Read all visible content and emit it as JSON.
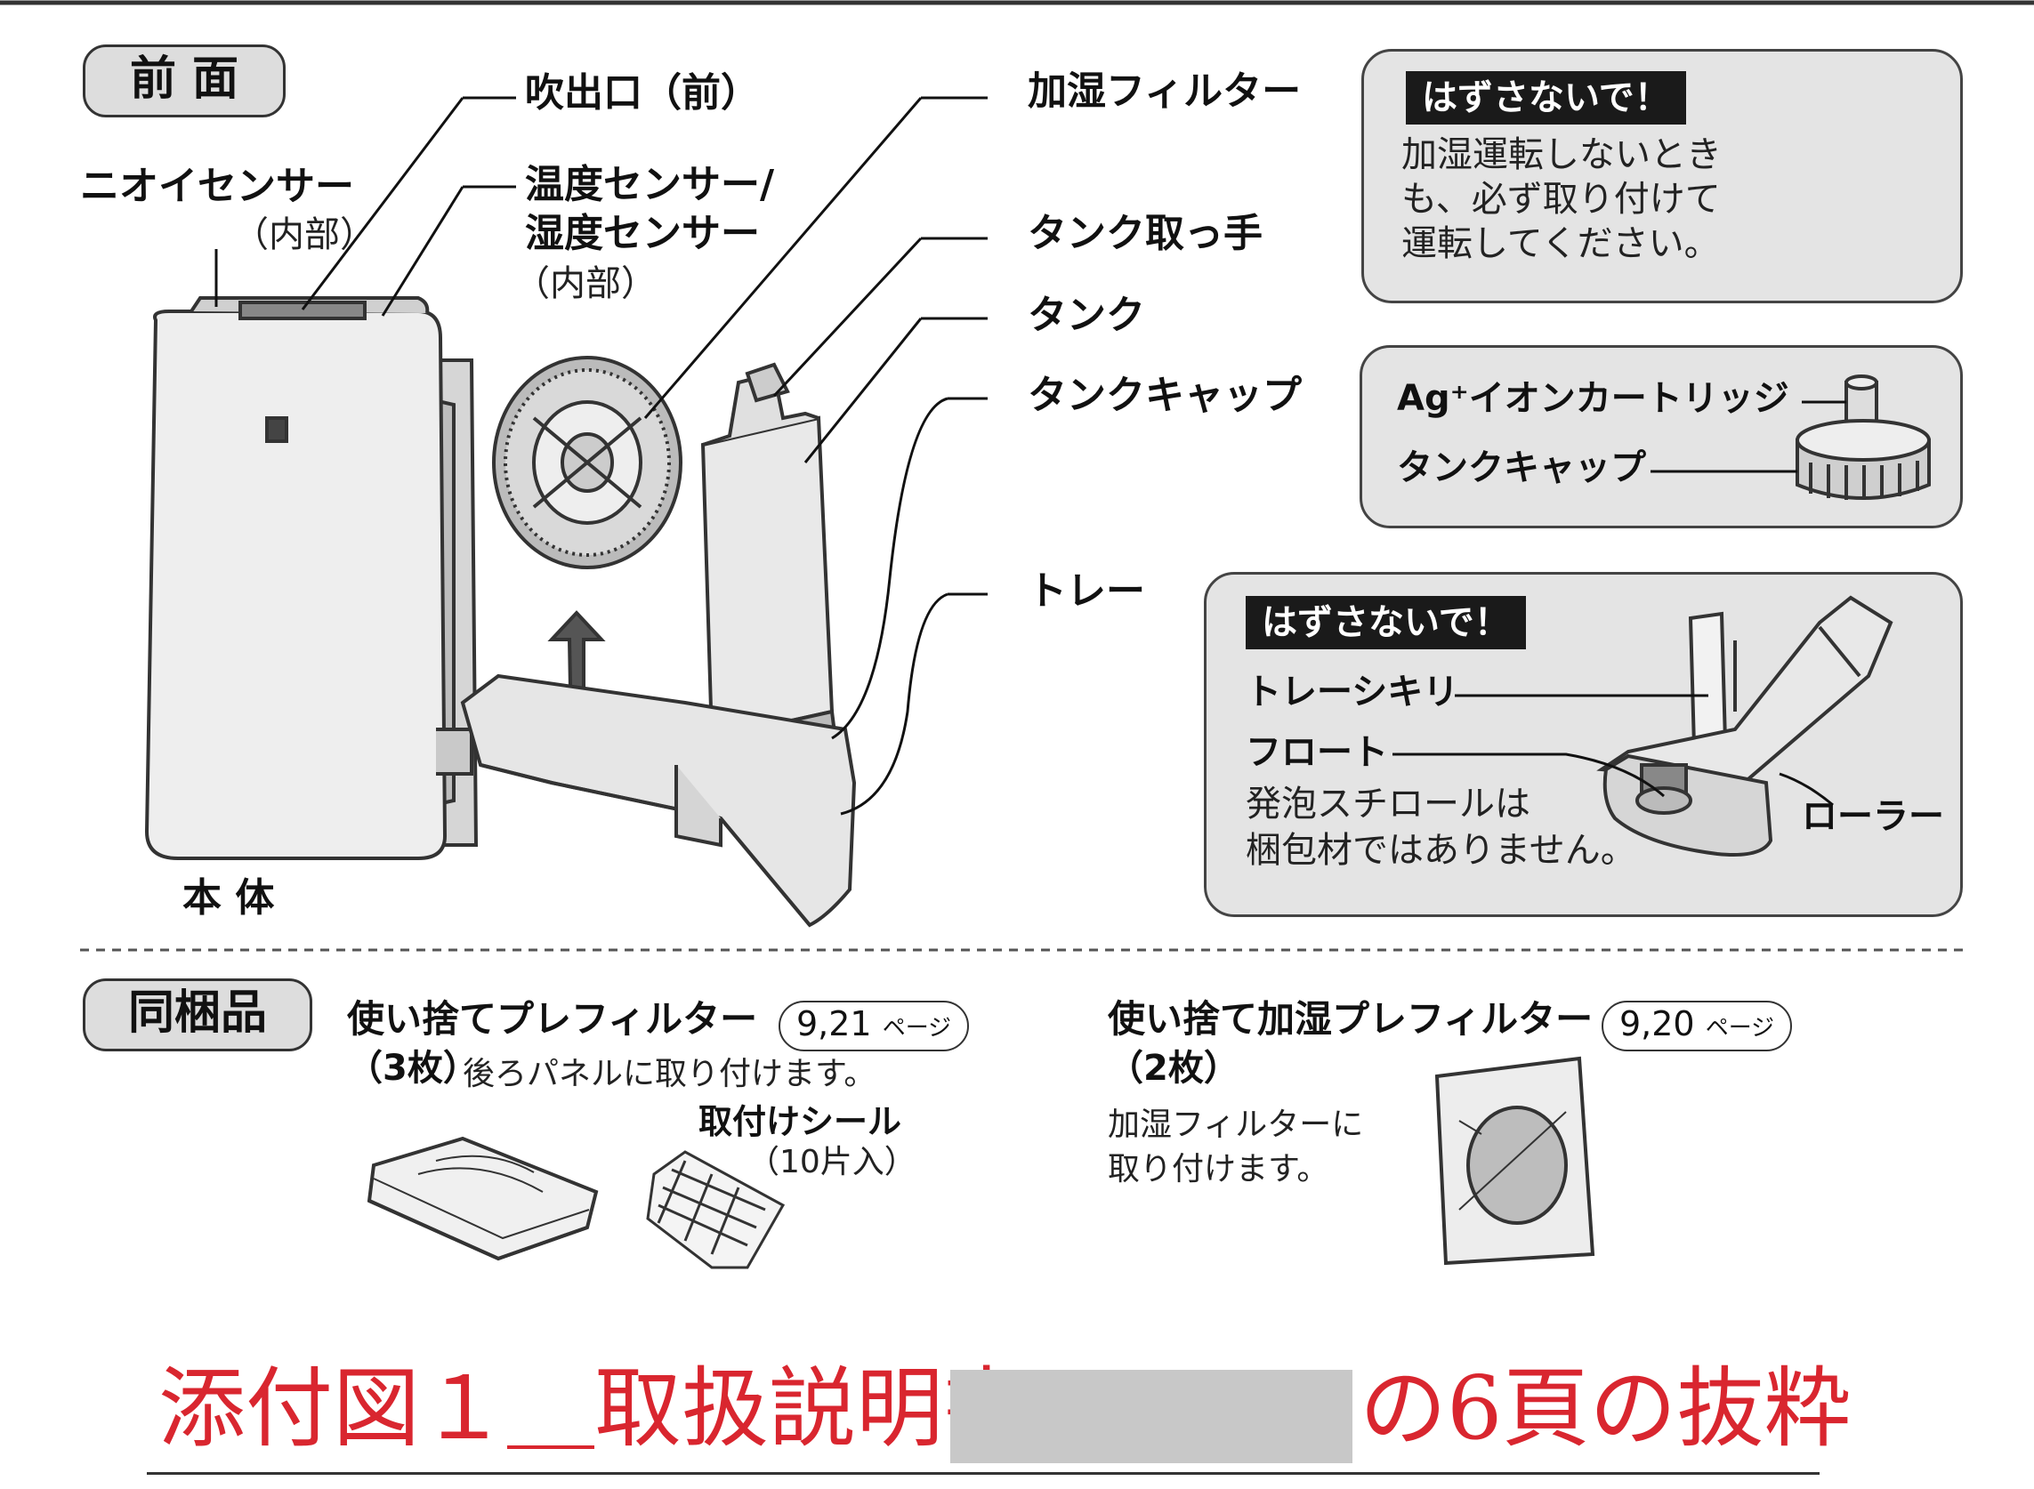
{
  "front_section": {
    "title": "前 面",
    "labels": {
      "odor_sensor": "ニオイセンサー",
      "odor_sensor_note": "（内部）",
      "outlet": "吹出口（前）",
      "temp_sensor": "温度センサー/",
      "humidity_sensor": "湿度センサー",
      "sensor_note": "（内部）",
      "humidify_filter": "加湿フィルター",
      "tank_handle": "タンク取っ手",
      "tank": "タンク",
      "tank_cap": "タンクキャップ",
      "tray": "トレー",
      "body": "本 体"
    }
  },
  "panel_filter": {
    "badge": "はずさないで！",
    "text_lines": [
      "加湿運転しないとき",
      "も、必ず取り付けて",
      "運転してください。"
    ]
  },
  "panel_cap": {
    "cartridge_label": "Ag⁺イオンカートリッジ",
    "cap_label": "タンクキャップ"
  },
  "panel_tray": {
    "badge": "はずさないで！",
    "partition": "トレーシキリ",
    "float": "フロート",
    "float_note_lines": [
      "発泡スチロールは",
      "梱包材ではありません。"
    ],
    "roller": "ローラー"
  },
  "accessories": {
    "title": "同梱品",
    "prefilter": {
      "name": "使い捨てプレフィルター",
      "count": "（3枚）",
      "note": "後ろパネルに取り付けます。",
      "page_ref": "9,21",
      "page_unit": "ページ",
      "seal_label": "取付けシール",
      "seal_count": "（10片入）"
    },
    "humid_prefilter": {
      "name": "使い捨て加湿プレフィルター",
      "count": "（2枚）",
      "note_lines": [
        "加湿フィルターに",
        "取り付けます。"
      ],
      "page_ref": "9,20",
      "page_unit": "ページ"
    }
  },
  "caption": {
    "part1": "添付図１＿取扱説明書",
    "part2": "の6頁の抜粋",
    "color": "#d9262f"
  }
}
